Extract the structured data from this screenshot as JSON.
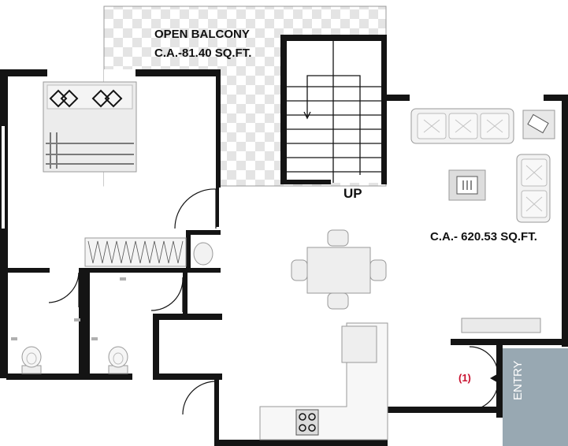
{
  "balcony": {
    "title": "OPEN BALCONY",
    "area": "C.A.-81.40 SQ.FT."
  },
  "stairs": {
    "label": "UP"
  },
  "apartment": {
    "area": "C.A.- 620.53 SQ.FT."
  },
  "entry": {
    "label": "ENTRY",
    "marker": "(1)"
  },
  "colors": {
    "wall": "#141414",
    "checker": "#e4e4e4",
    "entry_panel": "#98a8b2",
    "marker": "#c8102e",
    "furniture_stroke": "#9a9a9a"
  }
}
